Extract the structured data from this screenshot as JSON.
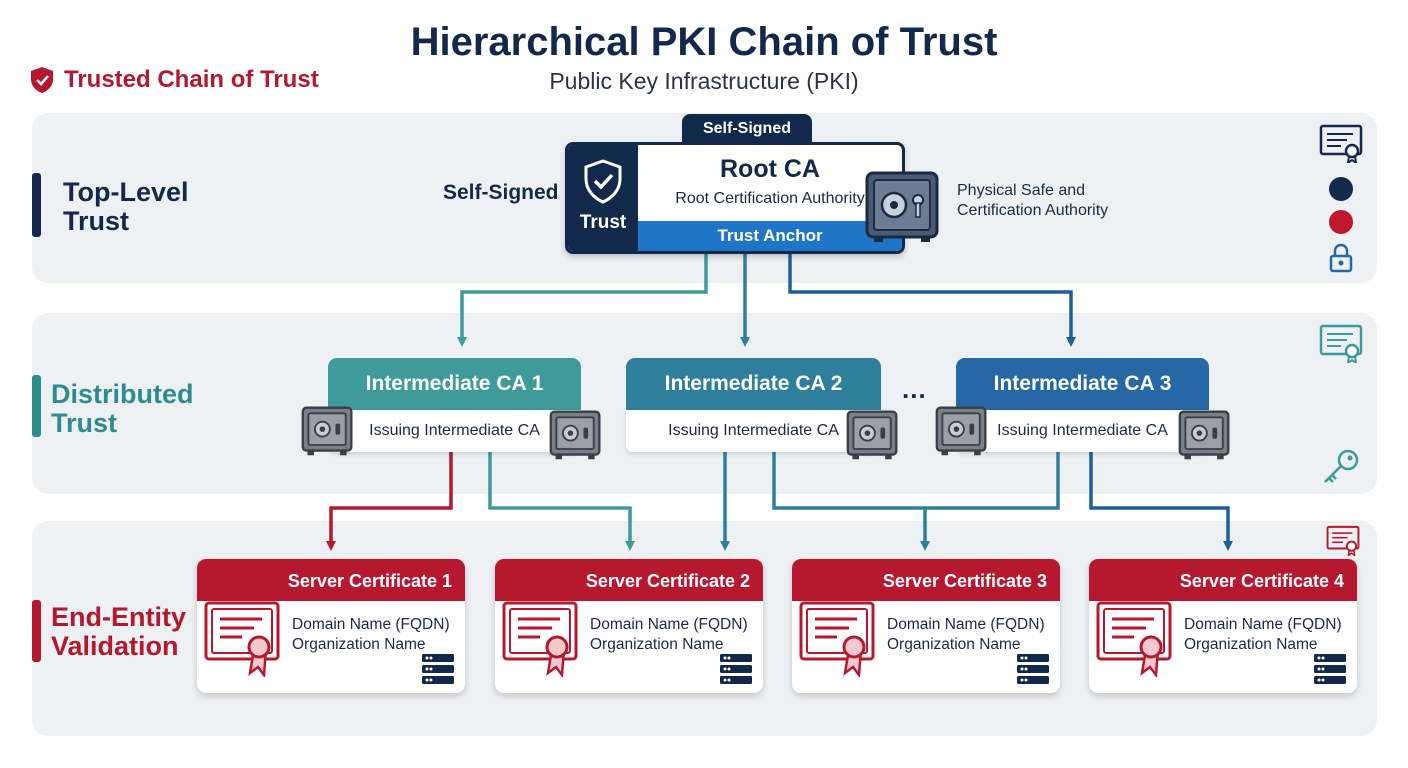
{
  "header": {
    "title": "Hierarchical PKI Chain of Trust",
    "subtitle": "Public Key Infrastructure (PKI)"
  },
  "brand": {
    "label": "Trusted Chain of Trust",
    "icon": "shield-check-icon"
  },
  "bands": {
    "top": {
      "line1": "Top-Level",
      "line2": "Trust",
      "color": "#13294b"
    },
    "middle": {
      "line1": "Distributed",
      "line2": "Trust",
      "color": "#2e8c8c"
    },
    "bottom": {
      "line1": "End-Entity",
      "line2": "Validation",
      "color": "#b3182f"
    }
  },
  "root": {
    "pill": "Self-Signed",
    "side_label": "Self-Signed",
    "badge": "Trust",
    "title": "Root CA",
    "subtitle": "Root Certification Authority",
    "anchor": "Trust Anchor",
    "safe_line1": "Physical Safe and",
    "safe_line2": "Certification Authority"
  },
  "intermediates": [
    {
      "title": "Intermediate CA 1",
      "body": "Issuing Intermediate CA",
      "color": "#3f9a9a"
    },
    {
      "title": "Intermediate CA 2",
      "body": "Issuing Intermediate CA",
      "color": "#2f7f9c"
    },
    {
      "title": "Intermediate CA 3",
      "body": "Issuing Intermediate CA",
      "color": "#2667a6"
    }
  ],
  "ellipsis": "...",
  "servers": [
    {
      "title": "Server Certificate 1",
      "line1": "Domain Name (FQDN)",
      "line2": "Organization Name"
    },
    {
      "title": "Server Certificate 2",
      "line1": "Domain Name (FQDN)",
      "line2": "Organization Name"
    },
    {
      "title": "Server Certificate 3",
      "line1": "Domain Name (FQDN)",
      "line2": "Organization Name"
    },
    {
      "title": "Server Certificate 4",
      "line1": "Domain Name (FQDN)",
      "line2": "Organization Name"
    }
  ],
  "colors": {
    "navy": "#13294b",
    "teal": "#3f9a9a",
    "blue": "#1f75c7",
    "red": "#b5182f",
    "band_bg": "#eef1f4"
  },
  "side_icons": [
    "certificate-icon",
    "navy-dot",
    "red-dot",
    "lock-icon",
    "certificate-icon",
    "key-icon",
    "certificate-icon"
  ]
}
